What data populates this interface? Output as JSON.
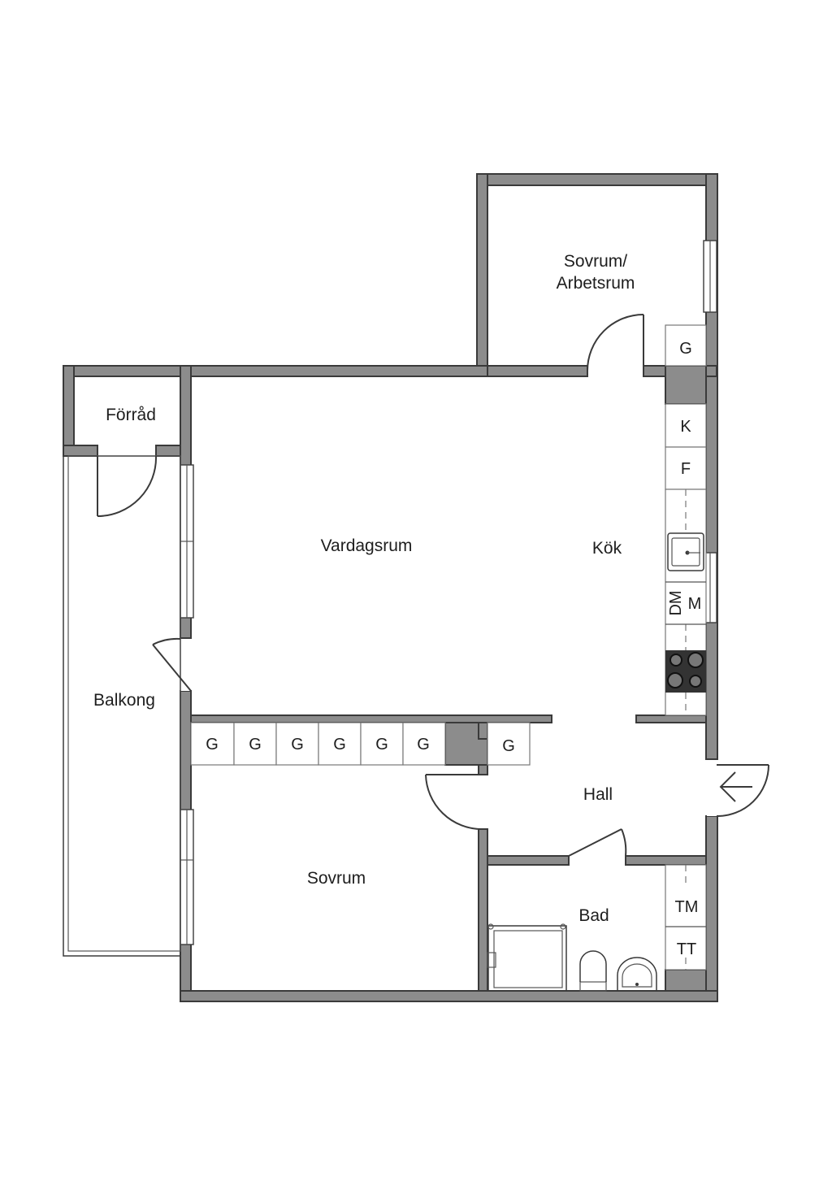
{
  "rooms": {
    "sovrum_arbetsrum_line1": "Sovrum/",
    "sovrum_arbetsrum_line2": "Arbetsrum",
    "forrad": "Förråd",
    "vardagsrum": "Vardagsrum",
    "kok": "Kök",
    "balkong": "Balkong",
    "hall": "Hall",
    "sovrum": "Sovrum",
    "bad": "Bad"
  },
  "fixtures": {
    "garderob": "G",
    "kyl": "K",
    "frys": "F",
    "diskmaskin": "DM",
    "mikro": "M",
    "tvattmaskin": "TM",
    "torktumlare": "TT"
  }
}
